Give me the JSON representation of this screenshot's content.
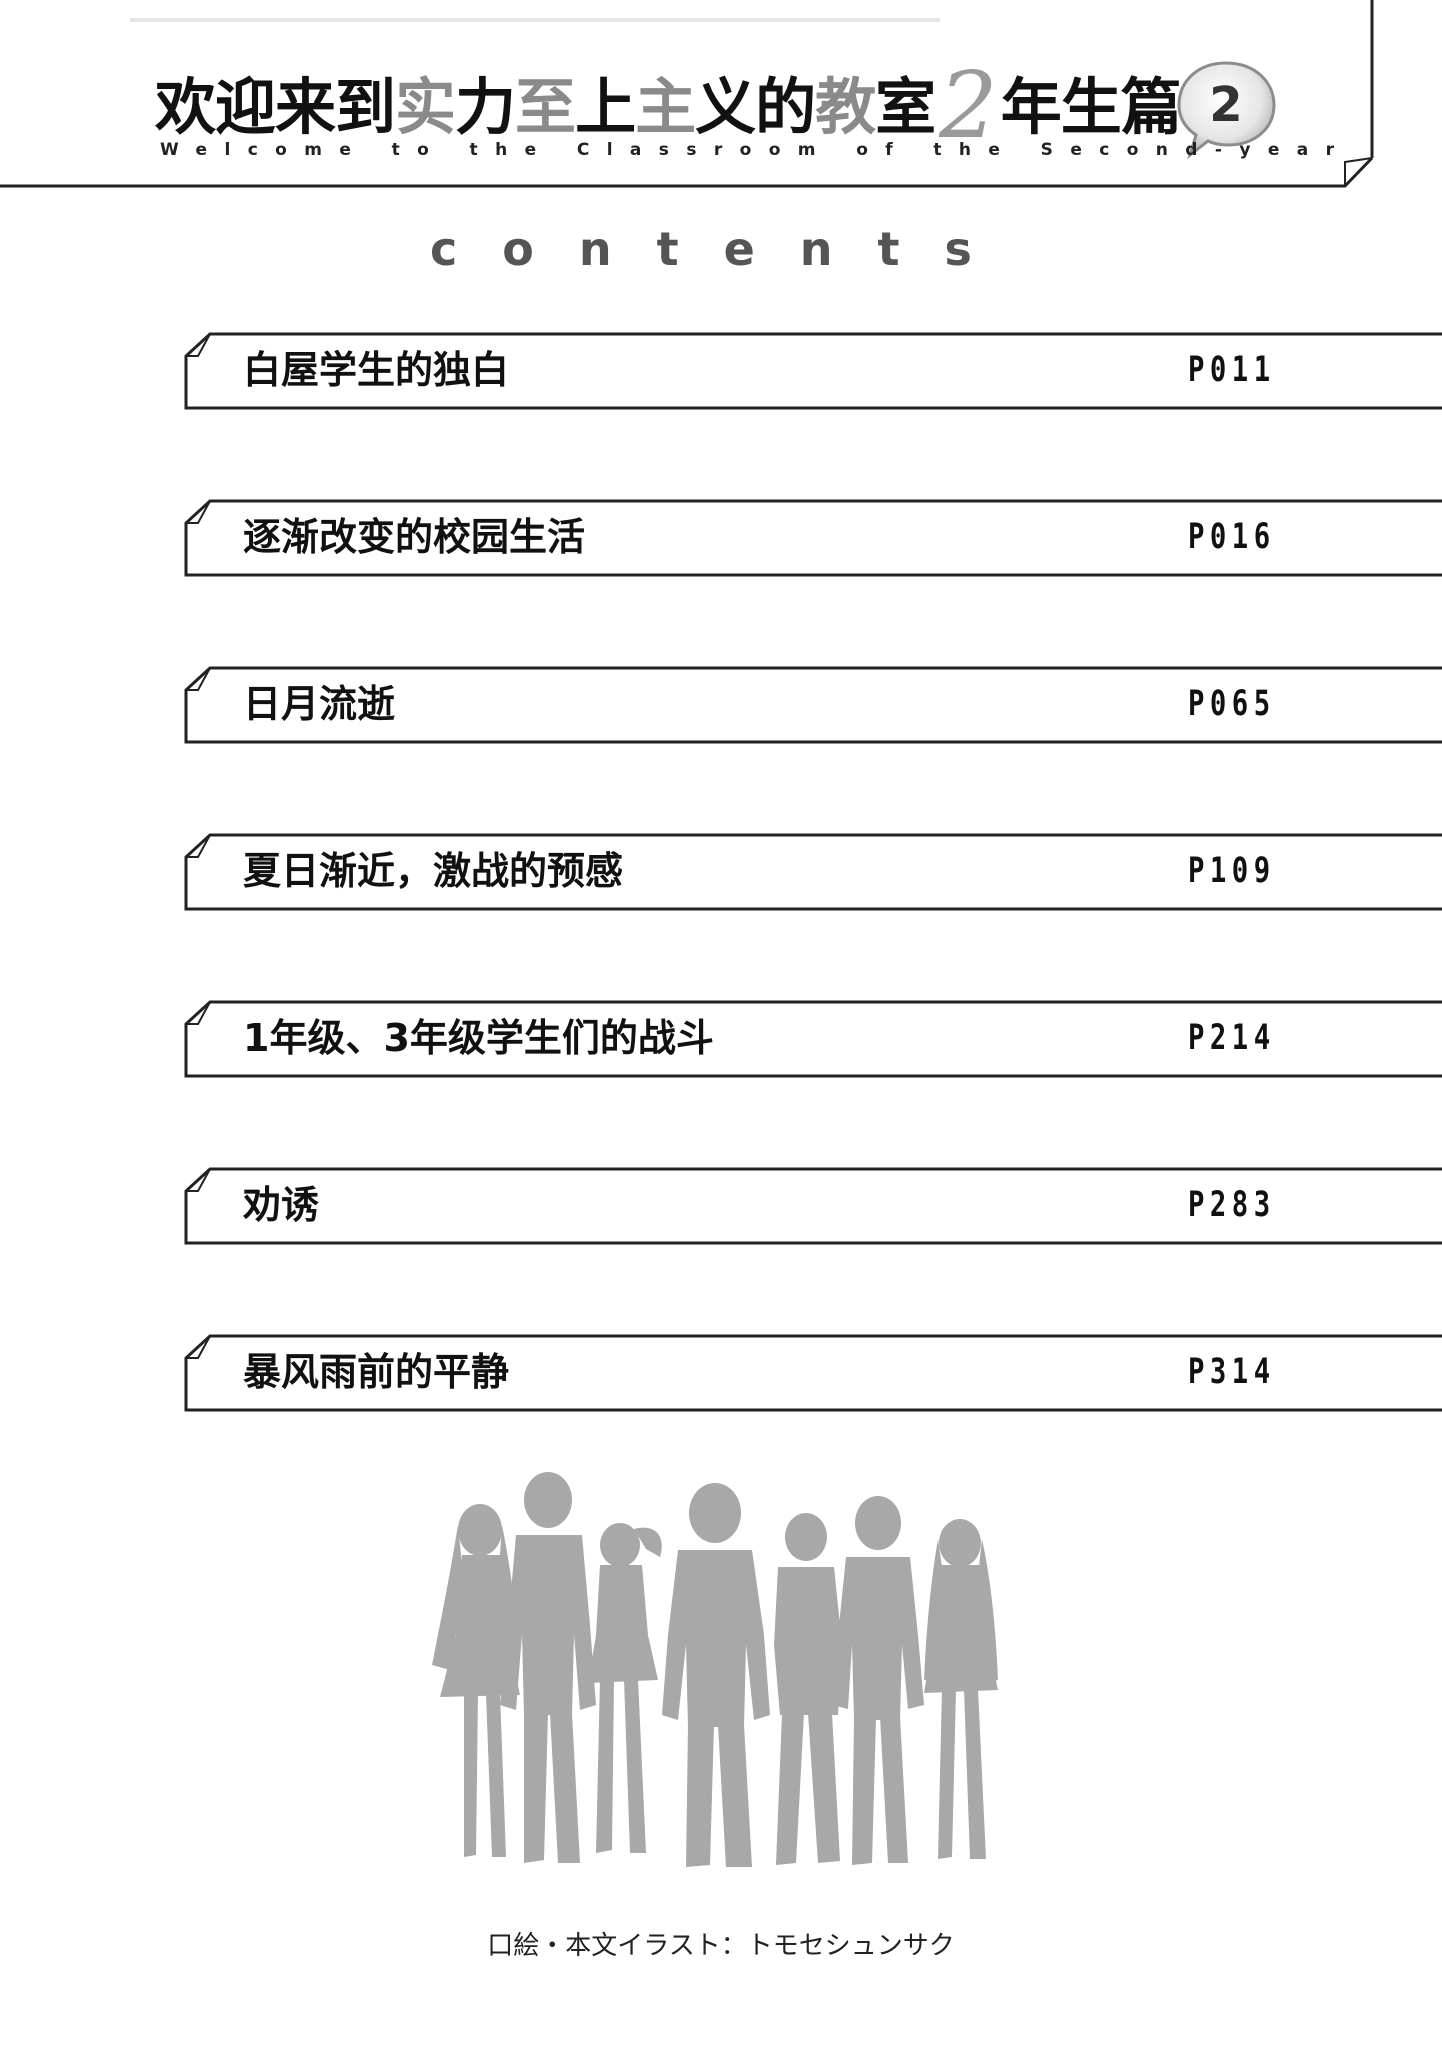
{
  "series": {
    "title_segments": [
      {
        "text": "欢迎来到",
        "tone": "dark"
      },
      {
        "text": "实",
        "tone": "gray"
      },
      {
        "text": "力",
        "tone": "dark"
      },
      {
        "text": "至",
        "tone": "gray"
      },
      {
        "text": "上",
        "tone": "dark"
      },
      {
        "text": "主",
        "tone": "gray"
      },
      {
        "text": "义的",
        "tone": "dark"
      },
      {
        "text": "教",
        "tone": "gray"
      },
      {
        "text": "室",
        "tone": "dark"
      },
      {
        "text": "2",
        "tone": "num"
      },
      {
        "text": "年生篇",
        "tone": "dark"
      }
    ],
    "volume": "2",
    "subtitle": "Welcome to the Classroom of the Second-year"
  },
  "contents_heading": "contents",
  "toc": [
    {
      "title": "白屋学生的独白",
      "page": "P011"
    },
    {
      "title": "逐渐改变的校园生活",
      "page": "P016"
    },
    {
      "title": "日月流逝",
      "page": "P065"
    },
    {
      "title": "夏日渐近，激战的预感",
      "page": "P109"
    },
    {
      "title": "1年级、3年级学生们的战斗",
      "page": "P214"
    },
    {
      "title": "劝诱",
      "page": "P283"
    },
    {
      "title": "暴风雨前的平静",
      "page": "P314"
    }
  ],
  "illustration": {
    "icon": "student-group-silhouette",
    "color": "#a8a8a8"
  },
  "credit": "口絵・本文イラスト：トモセシュンサク"
}
